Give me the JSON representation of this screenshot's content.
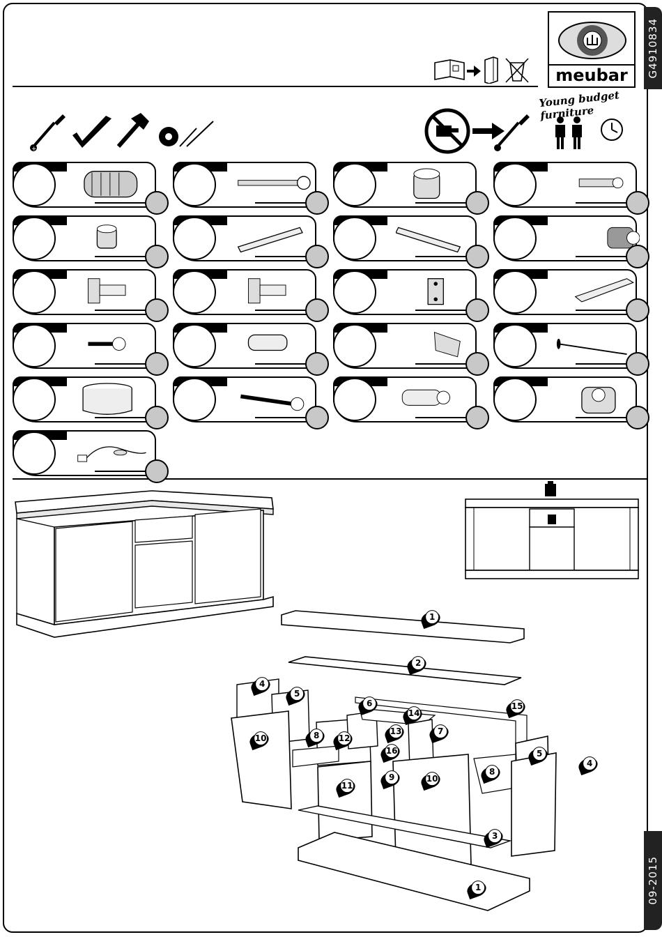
{
  "header": {
    "code": "G4910834",
    "date": "09-2015",
    "brand": "meubar",
    "tagline": "Young budget furniture"
  },
  "tools": [
    "screwdriver-icon",
    "square-ruler-icon",
    "hammer-icon",
    "tape-measure-icon",
    "pencil-icon"
  ],
  "icons": {
    "no_power_drill": "no-power-drill-icon",
    "screwdriver": "screwdriver-icon",
    "persons": "two-persons-icon",
    "clock": "clock-icon",
    "instructions": "instruction-booklet-icon"
  },
  "parts": [
    {
      "icon": "wood-dowel-icon"
    },
    {
      "icon": "cam-bolt-icon"
    },
    {
      "icon": "cam-lock-icon"
    },
    {
      "icon": "connector-bolt-icon"
    },
    {
      "icon": "cam-lock-small-icon"
    },
    {
      "icon": "drawer-runner-left-icon"
    },
    {
      "icon": "drawer-runner-right-icon"
    },
    {
      "icon": "euro-screw-icon"
    },
    {
      "icon": "hinge-icon"
    },
    {
      "icon": "hinge-icon"
    },
    {
      "icon": "mounting-plate-icon"
    },
    {
      "icon": "shelf-support-rail-icon"
    },
    {
      "icon": "short-screw-icon"
    },
    {
      "icon": "plastic-dowel-icon"
    },
    {
      "icon": "corner-bracket-icon"
    },
    {
      "icon": "nail-icon"
    },
    {
      "icon": "furniture-foot-icon"
    },
    {
      "icon": "long-screw-icon"
    },
    {
      "icon": "plastic-anchor-icon"
    },
    {
      "icon": "cam-lock-housing-icon"
    },
    {
      "icon": "led-cable-icon"
    }
  ],
  "panel_labels": {
    "p1_top": "1",
    "p2": "2",
    "p4_left": "4",
    "p5_left": "5",
    "p6": "6",
    "p14": "14",
    "p15": "15",
    "p10_left": "10",
    "p8_left": "8",
    "p12": "12",
    "p13": "13",
    "p7": "7",
    "p16": "16",
    "p5_right": "5",
    "p4_right": "4",
    "p8_right": "8",
    "p9": "9",
    "p11": "11",
    "p10_right": "10",
    "p3": "3",
    "p1_bottom": "1"
  }
}
